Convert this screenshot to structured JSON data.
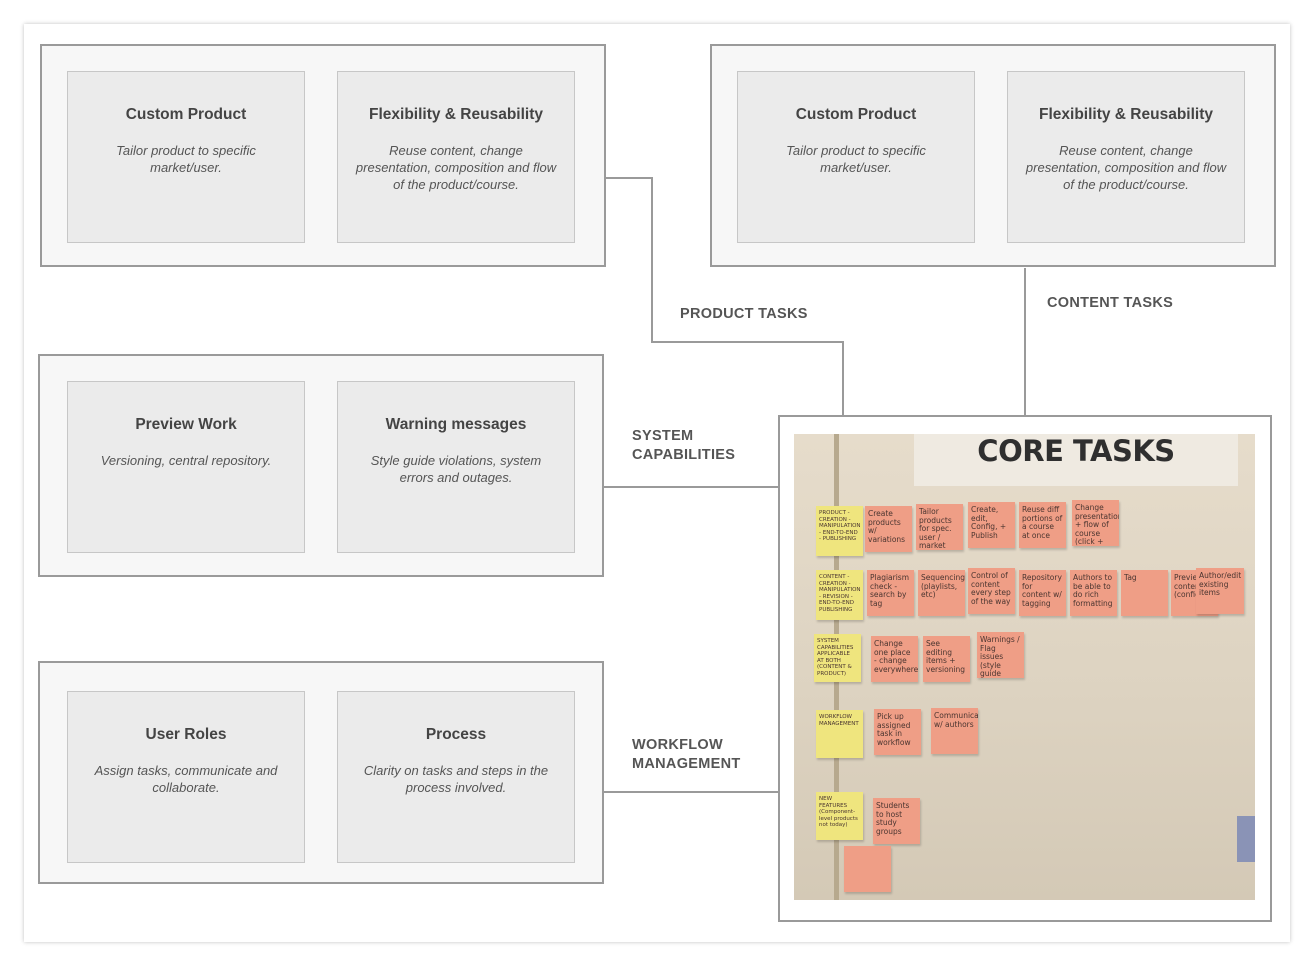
{
  "colors": {
    "border": "#9a9a9a",
    "card_background": "#ebebeb",
    "group_background": "#f7f7f7",
    "sticky_pink": "#ef9e86",
    "sticky_yellow": "#efe57e"
  },
  "groups": [
    {
      "cards": [
        {
          "title": "Custom Product",
          "desc": "Tailor product to specific market/user."
        },
        {
          "title": "Flexibility & Reusability",
          "desc": "Reuse content, change presentation, composition and flow of the product/course."
        }
      ]
    },
    {
      "cards": [
        {
          "title": "Custom Product",
          "desc": "Tailor product to specific market/user."
        },
        {
          "title": "Flexibility & Reusability",
          "desc": "Reuse content, change presentation, composition and flow of the product/course."
        }
      ]
    },
    {
      "cards": [
        {
          "title": "Preview Work",
          "desc": "Versioning, central repository."
        },
        {
          "title": "Warning messages",
          "desc": "Style guide violations, system errors and outages."
        }
      ]
    },
    {
      "cards": [
        {
          "title": "User Roles",
          "desc": "Assign tasks, communicate and collaborate."
        },
        {
          "title": "Process",
          "desc": "Clarity on tasks and steps in the process involved."
        }
      ]
    }
  ],
  "labels": {
    "product_tasks": "PRODUCT TASKS",
    "content_tasks": "CONTENT TASKS",
    "system_capabilities_1": "SYSTEM",
    "system_capabilities_2": "CAPABILITIES",
    "workflow_1": "WORKFLOW",
    "workflow_2": "MANAGEMENT"
  },
  "photo": {
    "title": "CORE TASKS",
    "rows": [
      {
        "category": "PRODUCT - CREATION - MANIPULATION - END-TO-END - PUBLISHING",
        "notes": [
          "Create products w/ variations",
          "Tailor products for spec. user / market",
          "Create, edit, Config, + Publish",
          "Reuse diff portions of a course at once",
          "Change presentation + flow of course (click + drag)"
        ]
      },
      {
        "category": "CONTENT - CREATION - MANIPULATION - REVISION - END-TO-END PUBLISHING",
        "notes": [
          "Plagiarism check - search by tag",
          "Sequencing (playlists, etc)",
          "Control of content every step of the way",
          "Repository for content w/ tagging",
          "Authors to be able to do rich formatting",
          "Tag",
          "Preview content (confidence)",
          "Author/edit existing items"
        ]
      },
      {
        "category": "SYSTEM CAPABILITIES APPLICABLE AT BOTH (CONTENT & PRODUCT)",
        "notes": [
          "Change one place - change everywhere",
          "See editing items + versioning",
          "Warnings / Flag issues (style guide violation, etc)"
        ]
      },
      {
        "category": "WORKFLOW MANAGEMENT",
        "notes": [
          "Pick up assigned task in workflow",
          "Communicate w/ authors"
        ]
      },
      {
        "category": "NEW FEATURES (Component-level products not today)",
        "notes": [
          "Students to host study groups",
          ""
        ]
      }
    ]
  }
}
